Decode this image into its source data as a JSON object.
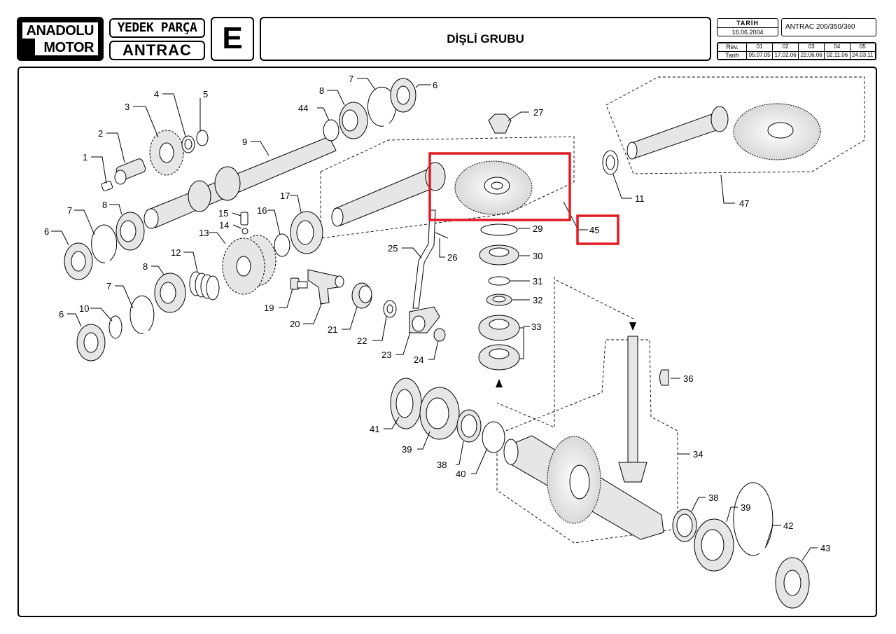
{
  "header": {
    "logo_line1": "ANADOLU",
    "logo_line2": "MOTOR",
    "category": "YEDEK PARÇA",
    "model_name": "ANTRAC",
    "section_letter": "E",
    "title": "DİŞLİ GRUBU",
    "date_label": "TARİH",
    "date_value": "16.06.2004",
    "model_range": "ANTRAC 200/350/360"
  },
  "revisions": {
    "rev_label": "Rev.",
    "date_label": "Tarih",
    "items": [
      {
        "rev": "01",
        "date": "05.07.05"
      },
      {
        "rev": "02",
        "date": "17.02.06"
      },
      {
        "rev": "03",
        "date": "22.06.06"
      },
      {
        "rev": "04",
        "date": "02.11.06"
      },
      {
        "rev": "05",
        "date": "24.03.11"
      }
    ]
  },
  "part_numbers": [
    "1",
    "2",
    "3",
    "4",
    "5",
    "6",
    "7",
    "8",
    "9",
    "44",
    "8",
    "7",
    "6",
    "27",
    "11",
    "47",
    "6",
    "7",
    "8",
    "15",
    "14",
    "16",
    "17",
    "13",
    "12",
    "8",
    "7",
    "10",
    "6",
    "19",
    "20",
    "21",
    "22",
    "25",
    "26",
    "23",
    "24",
    "29",
    "30",
    "31",
    "32",
    "33",
    "45",
    "36",
    "34",
    "41",
    "39",
    "38",
    "40",
    "38",
    "39",
    "42",
    "43"
  ],
  "highlight": {
    "part": "45",
    "color": "#e01b24"
  }
}
